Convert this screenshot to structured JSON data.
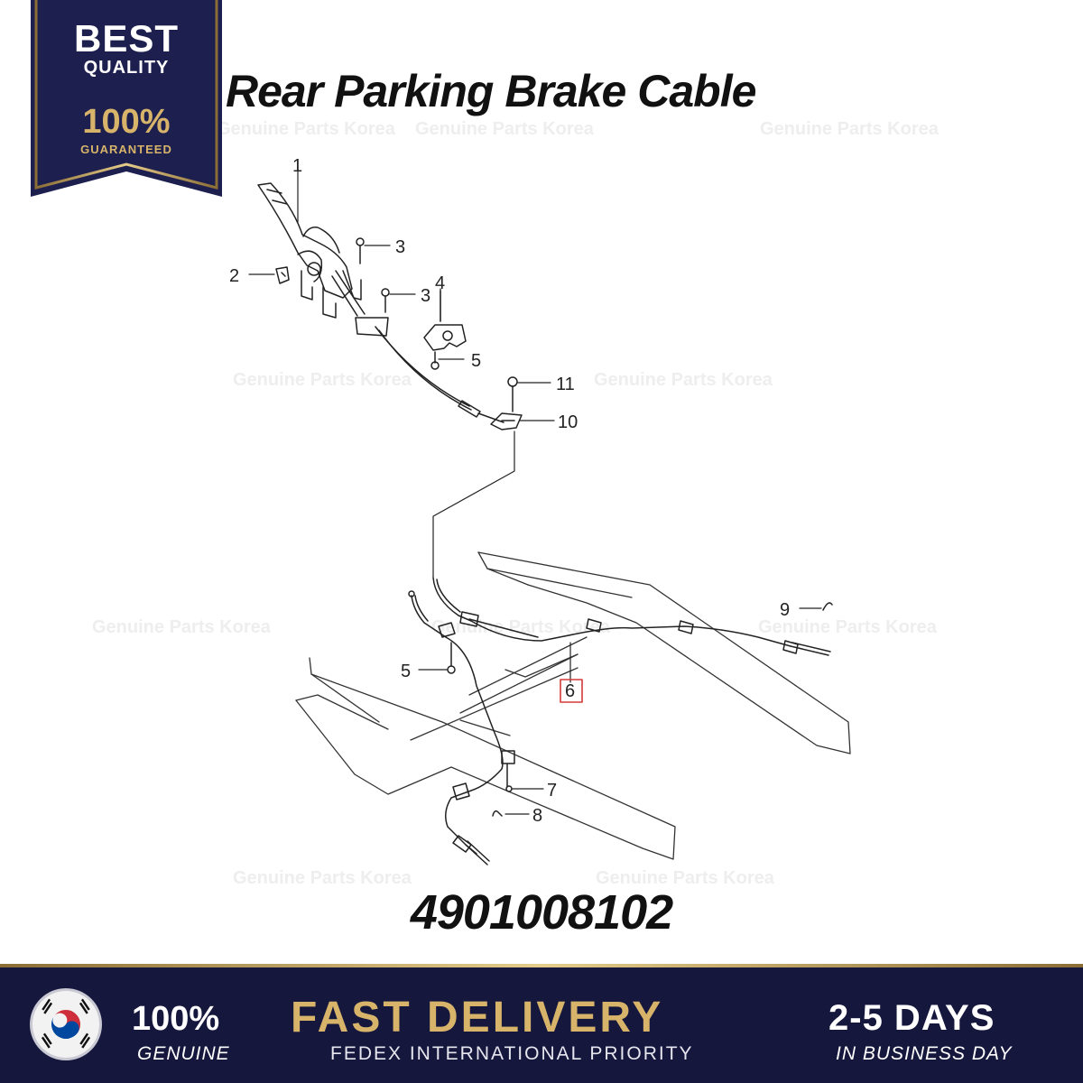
{
  "title": "Rear Parking Brake Cable",
  "part_number": "4901008102",
  "watermark": "Genuine Parts Korea",
  "badge": {
    "line1": "BEST",
    "line2": "QUALITY",
    "line3": "100%",
    "line4": "GUARANTEED",
    "colors": {
      "navy": "#1d1f4f",
      "gold": "#d7b46a"
    }
  },
  "callouts": {
    "c1": "1",
    "c2": "2",
    "c3a": "3",
    "c3b": "3",
    "c4": "4",
    "c5a": "5",
    "c11": "11",
    "c10": "10",
    "c9": "9",
    "c5b": "5",
    "c6": "6",
    "c7": "7",
    "c8": "8"
  },
  "highlight_color": "#d63a3a",
  "footer": {
    "genuine_pct": "100%",
    "genuine_label": "GENUINE",
    "fast": "FAST DELIVERY",
    "fedex": "FEDEX INTERNATIONAL PRIORITY",
    "days": "2-5 DAYS",
    "business": "IN BUSINESS DAY",
    "flag_icon": "korea-flag-icon",
    "colors": {
      "background": "#16173d",
      "gold": "#d7b46a"
    }
  }
}
